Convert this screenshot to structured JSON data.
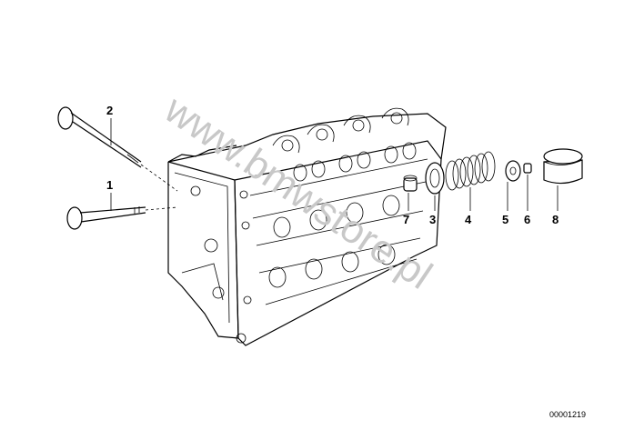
{
  "watermark": "www.bmwstore.pl",
  "reference_number": "00001219",
  "callouts": [
    {
      "id": "1",
      "label": "1"
    },
    {
      "id": "2",
      "label": "2"
    },
    {
      "id": "3",
      "label": "3"
    },
    {
      "id": "4",
      "label": "4"
    },
    {
      "id": "5",
      "label": "5"
    },
    {
      "id": "6",
      "label": "6"
    },
    {
      "id": "7",
      "label": "7"
    },
    {
      "id": "8",
      "label": "8"
    }
  ],
  "colors": {
    "line": "#000000",
    "watermark": "#c8c8c8",
    "background": "#ffffff"
  }
}
